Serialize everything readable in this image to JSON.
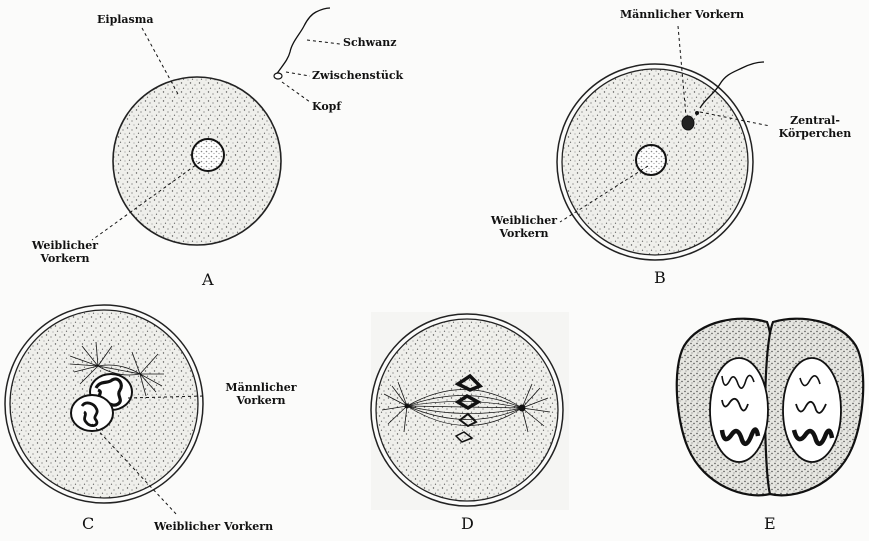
{
  "figures": {
    "A": {
      "caption": "A",
      "labels": {
        "eiplasma": "Eiplasma",
        "schwanz": "Schwanz",
        "zwischenstueck": "Zwischenstück",
        "kopf": "Kopf",
        "weiblicher_vorkern_1": "Weiblicher",
        "weiblicher_vorkern_2": "Vorkern"
      }
    },
    "B": {
      "caption": "B",
      "labels": {
        "maennlicher_vorkern": "Männlicher Vorkern",
        "zentral_1": "Zentral-",
        "zentral_2": "Körperchen",
        "weiblicher_vorkern_1": "Weiblicher",
        "weiblicher_vorkern_2": "Vorkern"
      }
    },
    "C": {
      "caption": "C",
      "labels": {
        "maennlicher_vorkern_1": "Männlicher",
        "maennlicher_vorkern_2": "Vorkern",
        "weiblicher_vorkern": "Weiblicher Vorkern"
      }
    },
    "D": {
      "caption": "D"
    },
    "E": {
      "caption": "E"
    }
  },
  "colors": {
    "ink": "#111111",
    "paper": "#fbfbfa",
    "cell_fill": "#eeeeea",
    "nucleus_fill": "#ffffff"
  }
}
